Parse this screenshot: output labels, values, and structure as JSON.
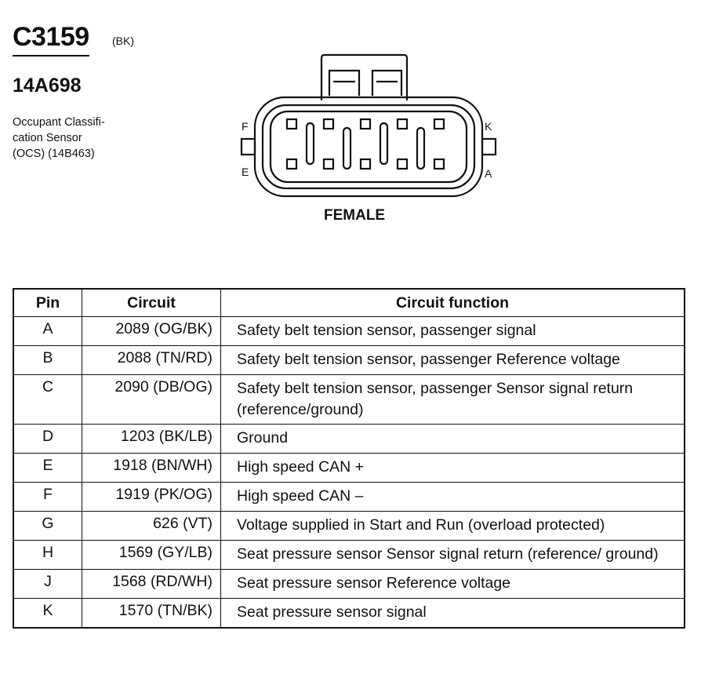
{
  "header": {
    "connector_id": "C3159",
    "connector_color": "(BK)",
    "part_number": "14A698",
    "description_lines": [
      "Occupant Classifi-",
      "cation Sensor",
      "(OCS) (14B463)"
    ]
  },
  "connector": {
    "label_top_left": "F",
    "label_bottom_left": "E",
    "label_top_right": "K",
    "label_bottom_right": "A",
    "gender": "FEMALE"
  },
  "table": {
    "headers": {
      "pin": "Pin",
      "circuit": "Circuit",
      "function": "Circuit function"
    },
    "rows": [
      {
        "pin": "A",
        "circuit": "2089 (OG/BK)",
        "function": "Safety belt tension sensor, passenger signal"
      },
      {
        "pin": "B",
        "circuit": "2088 (TN/RD)",
        "function": "Safety belt tension sensor, passenger Reference voltage"
      },
      {
        "pin": "C",
        "circuit": "2090 (DB/OG)",
        "function": "Safety belt tension sensor, passenger Sensor signal return (reference/ground)"
      },
      {
        "pin": "D",
        "circuit": "1203 (BK/LB)",
        "function": "Ground"
      },
      {
        "pin": "E",
        "circuit": "1918 (BN/WH)",
        "function": "High speed CAN +"
      },
      {
        "pin": "F",
        "circuit": "1919 (PK/OG)",
        "function": "High speed CAN –"
      },
      {
        "pin": "G",
        "circuit": "626 (VT)",
        "function": "Voltage supplied in Start and Run (overload protected)"
      },
      {
        "pin": "H",
        "circuit": "1569 (GY/LB)",
        "function": "Seat pressure sensor  Sensor signal return (reference/ ground)"
      },
      {
        "pin": "J",
        "circuit": "1568 (RD/WH)",
        "function": "Seat pressure sensor  Reference voltage"
      },
      {
        "pin": "K",
        "circuit": "1570 (TN/BK)",
        "function": "Seat pressure sensor  signal"
      }
    ]
  }
}
